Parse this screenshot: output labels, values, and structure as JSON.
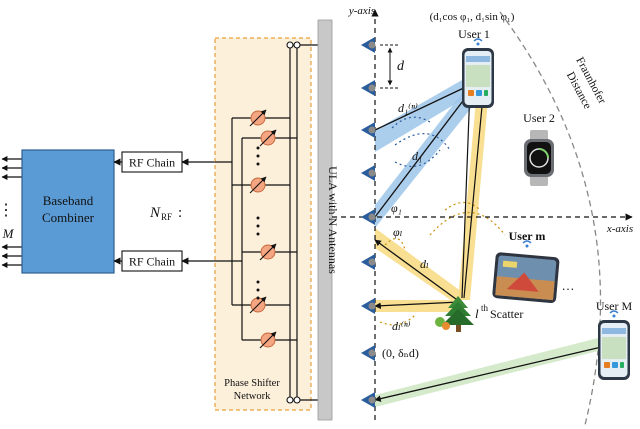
{
  "colors": {
    "baseband_fill": "#5b9bd5",
    "baseband_stroke": "#2e5f93",
    "phase_network_fill": "#fdf0db",
    "phase_network_stroke": "#e6a13c",
    "antenna": "#2b5c9c",
    "ula_bar": "#c8c8c8",
    "beam_blue": "#9ec5ea",
    "beam_yellow": "#f7dc86",
    "beam_green": "#cfe8c4",
    "phase_shifter": "#f4a582"
  },
  "baseband": {
    "line1": "Baseband",
    "line2": "Combiner"
  },
  "rf_chains": [
    {
      "label": "RF Chain"
    },
    {
      "label": "RF Chain"
    }
  ],
  "labels": {
    "n_rf_main": "N",
    "n_rf_sub": "RF",
    "n_rf_dots": ":",
    "m_label": "M",
    "left_dots": "⋮",
    "phase_network_line1": "Phase Shifter",
    "phase_network_line2": "Network",
    "ula_label": "ULA with N Antennas",
    "y_axis": "y-axis",
    "x_axis": "x-axis",
    "d_spacing": "d",
    "fraunhofer_line1": "Fraunhofer",
    "fraunhofer_line2": "Distance",
    "user1_coord": "(d₁cos φ₁, d₁sin φ₁)",
    "user1": "User 1",
    "user2": "User 2",
    "userm": "User m",
    "userM": "User M",
    "scatter_sup": "th",
    "scatter_main": "l",
    "scatter_text": "Scatter",
    "phi1": "φ₁",
    "phil": "φₗ",
    "d1": "d₁",
    "dl": "dₗ",
    "d1n": "d₁⁽ⁿ⁾",
    "dln": "dₗ⁽ⁿ⁾",
    "point": "(0, δₙd)",
    "ellipsis": "…"
  },
  "icons": {
    "antenna": "antenna-icon",
    "phone": "smartphone-icon",
    "watch": "smartwatch-icon",
    "tablet": "tablet-icon",
    "tree": "tree-icon"
  }
}
